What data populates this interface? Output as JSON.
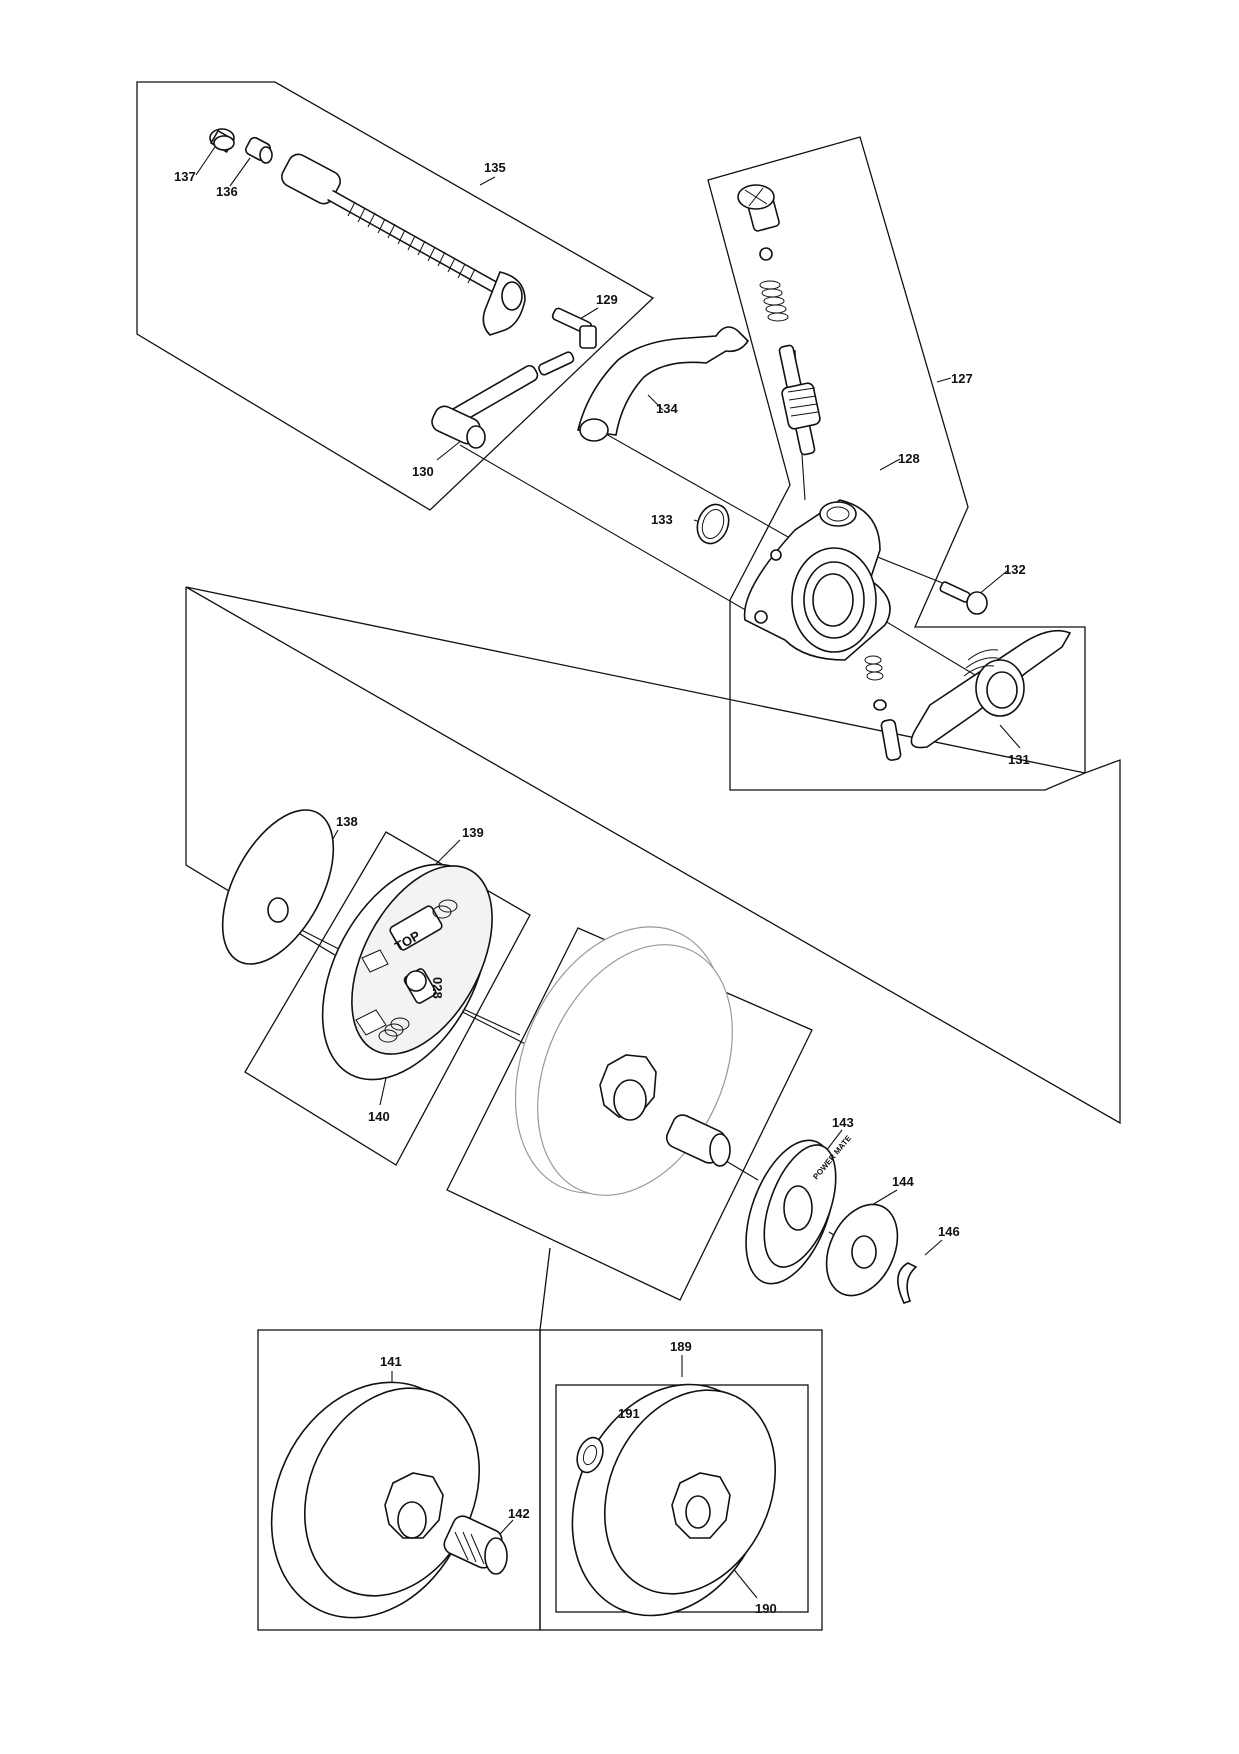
{
  "labels": {
    "p127": "127",
    "p128": "128",
    "p129": "129",
    "p130": "130",
    "p131": "131",
    "p132": "132",
    "p133": "133",
    "p134": "134",
    "p135": "135",
    "p136": "136",
    "p137": "137",
    "p138": "138",
    "p139": "139",
    "p140": "140",
    "p141": "141",
    "p142": "142",
    "p143": "143",
    "p144": "144",
    "p146": "146",
    "p189": "189",
    "p190": "190",
    "p191": "191"
  },
  "clutch_shoe_marks": [
    "TOP",
    "028"
  ],
  "rim_sprocket_mark": "POWER MATE"
}
